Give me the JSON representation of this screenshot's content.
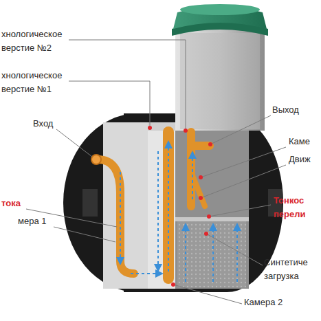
{
  "diagram": {
    "labels": [
      "хнологическое верстие №2",
      "хнологическое верстие №1",
      "Вход",
      "тока",
      "мера 1",
      "Выход",
      "Каме",
      "Движ",
      "Тонкос перели",
      "Синтетиче загрузка",
      "Камера 2"
    ]
  }
}
